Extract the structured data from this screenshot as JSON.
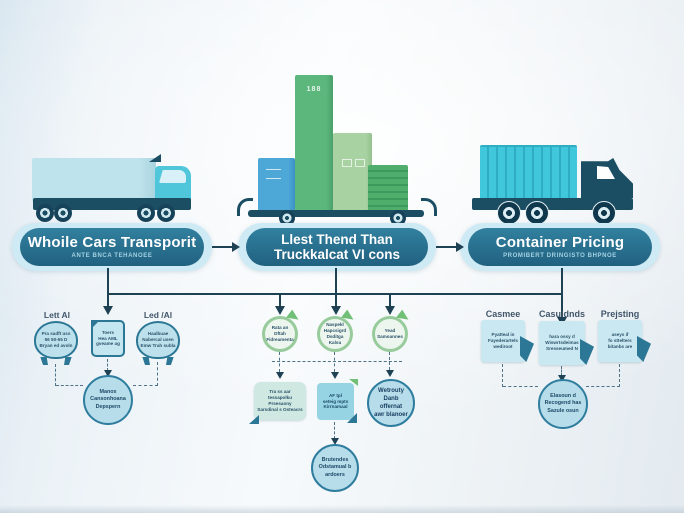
{
  "pills": [
    {
      "title": "Whoile Cars Transporit",
      "subtitle": "ANTE BNCA TEHANOEE"
    },
    {
      "title_line1": "Llest Thend Than",
      "title_line2": "Truckkalcat VI cons"
    },
    {
      "title": "Container Pricing",
      "subtitle": "PROMIBERT DRINGISTO BHPNOE"
    }
  ],
  "cargo_cart": {
    "tall_bar_label": "188"
  },
  "left_group": {
    "label_1": "Lett Al",
    "label_2": "Led /Al",
    "bubble_1": [
      "Pra sadft uss",
      "56 50-55 D",
      "Bryan ed avoln"
    ],
    "note": [
      "Toers",
      "Hea AML",
      "gveame ag"
    ],
    "bubble_2": [
      "Haalbuae",
      "Nabercal usen",
      "Emw Trah subla"
    ],
    "circle": [
      "Manox",
      "Cansonhoana",
      "Depspern"
    ]
  },
  "middle_group": {
    "cycle_1": [
      "Rata an",
      "Dftah",
      "Fidreamenta"
    ],
    "cycle_2": [
      "Naspekl",
      "Hapcsigrd",
      "Dsditga Kalsu"
    ],
    "cycle_3": [
      "Yead",
      "Samoannes"
    ],
    "bubble": [
      "Tra ss aar",
      "tessapolku Prsesaony",
      "Sarsdinal s Osteacrs"
    ],
    "note": [
      "AF tpl",
      "seteig mpts",
      "Kirrnamaal"
    ],
    "circle_right": [
      "Wetrouty",
      "Danb offernat",
      "awr blanoer"
    ],
    "circle_bottom": [
      "Brutendes",
      "Odstamual b",
      "ardoers"
    ]
  },
  "right_group": {
    "label_1": "Casmee",
    "label_2": "Casuldnds",
    "label_3": "Prejsting",
    "note_1": [
      "Pyatteal in",
      "Fayederartels",
      "wediroot"
    ],
    "note_2": [
      "hara ossy d",
      "Wiswrtsdeimas",
      "Sresseumed N"
    ],
    "note_3": [
      "aseys if",
      "fo sttelters",
      "bitanbs are"
    ],
    "circle": [
      "Elasoun d",
      "Recogend has",
      "Sazule osun"
    ]
  }
}
